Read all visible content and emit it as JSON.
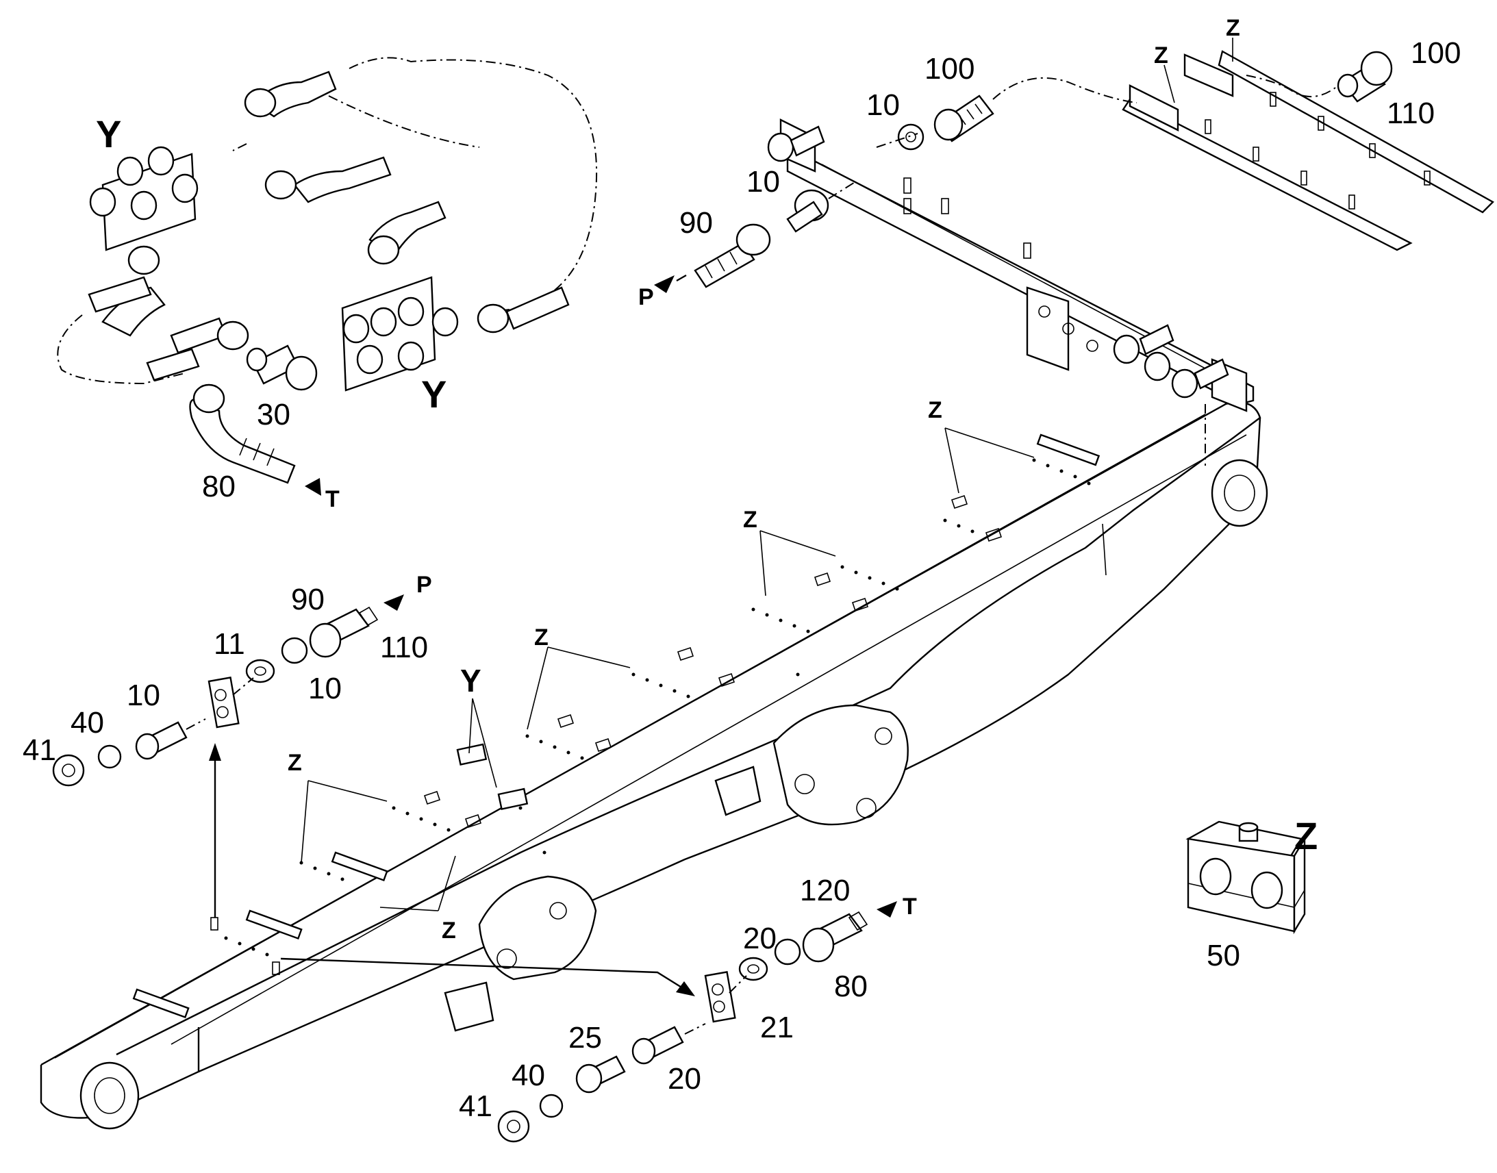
{
  "callouts": {
    "y_top_left": "Y",
    "y_mid_left": "Y",
    "y_boom": "Y",
    "z_rail_1": "Z",
    "z_rail_2": "Z",
    "z_boom_1": "Z",
    "z_boom_2": "Z",
    "z_boom_3": "Z",
    "z_boom_4": "Z",
    "z_boom_5": "Z",
    "z_detail": "Z"
  },
  "part_numbers": {
    "p10_top_a": "10",
    "p100_top": "100",
    "p10_top_b": "10",
    "p90_top": "90",
    "p100_right": "100",
    "p110_right": "110",
    "p30": "30",
    "p80_top": "80",
    "p90_mid": "90",
    "p110_mid": "110",
    "p11": "11",
    "p10_mid_a": "10",
    "p10_mid_b": "10",
    "p40_mid": "40",
    "p41_mid": "41",
    "p120": "120",
    "p20_a": "20",
    "p80_low": "80",
    "p21": "21",
    "p25": "25",
    "p20_b": "20",
    "p40_low": "40",
    "p41_low": "41",
    "p50": "50"
  },
  "ports": {
    "p_top": "P",
    "t_top": "T",
    "p_mid": "P",
    "t_low": "T"
  }
}
